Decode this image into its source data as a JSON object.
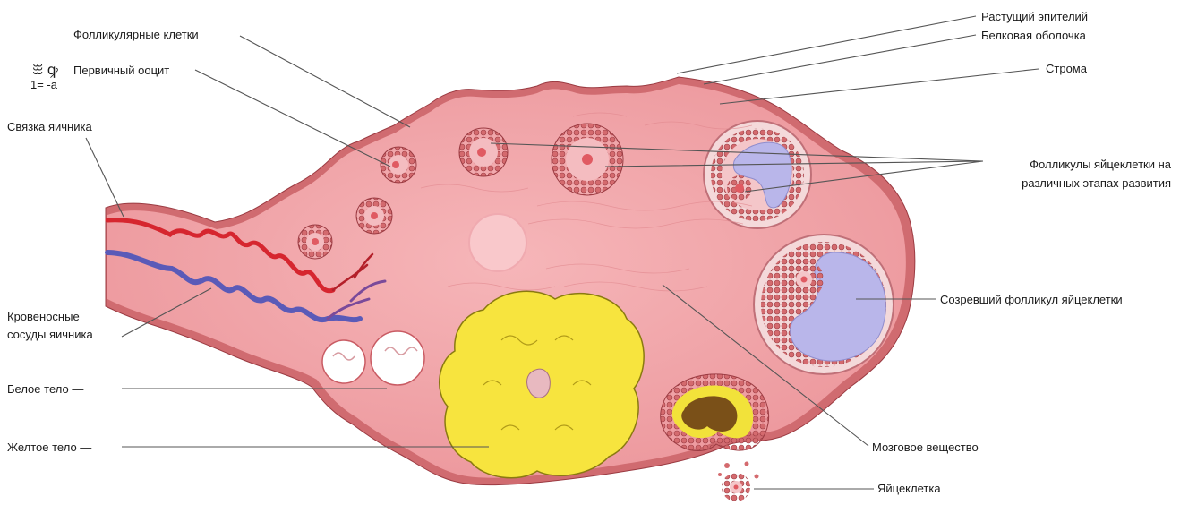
{
  "labels": {
    "follicular_cells": "Фолликулярные клетки",
    "primary_oocyte": "Первичный ооцит",
    "ovary_ligament": "Связка яичника",
    "blood_vessels_line1": "Кровеносные",
    "blood_vessels_line2": "сосуды яичника",
    "corpus_albicans": "Белое тело —",
    "corpus_luteum": "Желтое тело —",
    "growing_epithelium": "Растущий эпителий",
    "tunica_albuginea": "Белковая оболочка",
    "stroma": "Строма",
    "follicles_line1": "Фолликулы яйцеклетки на",
    "follicles_line2": "различных этапах развития",
    "mature_follicle": "Созревший фолликул яйцеклетки",
    "medulla": "Мозговое вещество",
    "ovum": "Яйцеклетка"
  },
  "stray_glyphs": {
    "top": "ꖿ ꝙ",
    "bottom": "1= -а"
  },
  "colors": {
    "tissue": "#f2a8ab",
    "tissue_edge": "#c9606a",
    "epithelium": "#d46a6e",
    "follicle_ring": "#e07a7e",
    "antrum": "#b9b6ea",
    "corpus_luteum": "#f7e43e",
    "corpus_albicans": "#ffffff",
    "artery": "#d6262f",
    "vein": "#5a5ab8",
    "leader": "#555555"
  }
}
